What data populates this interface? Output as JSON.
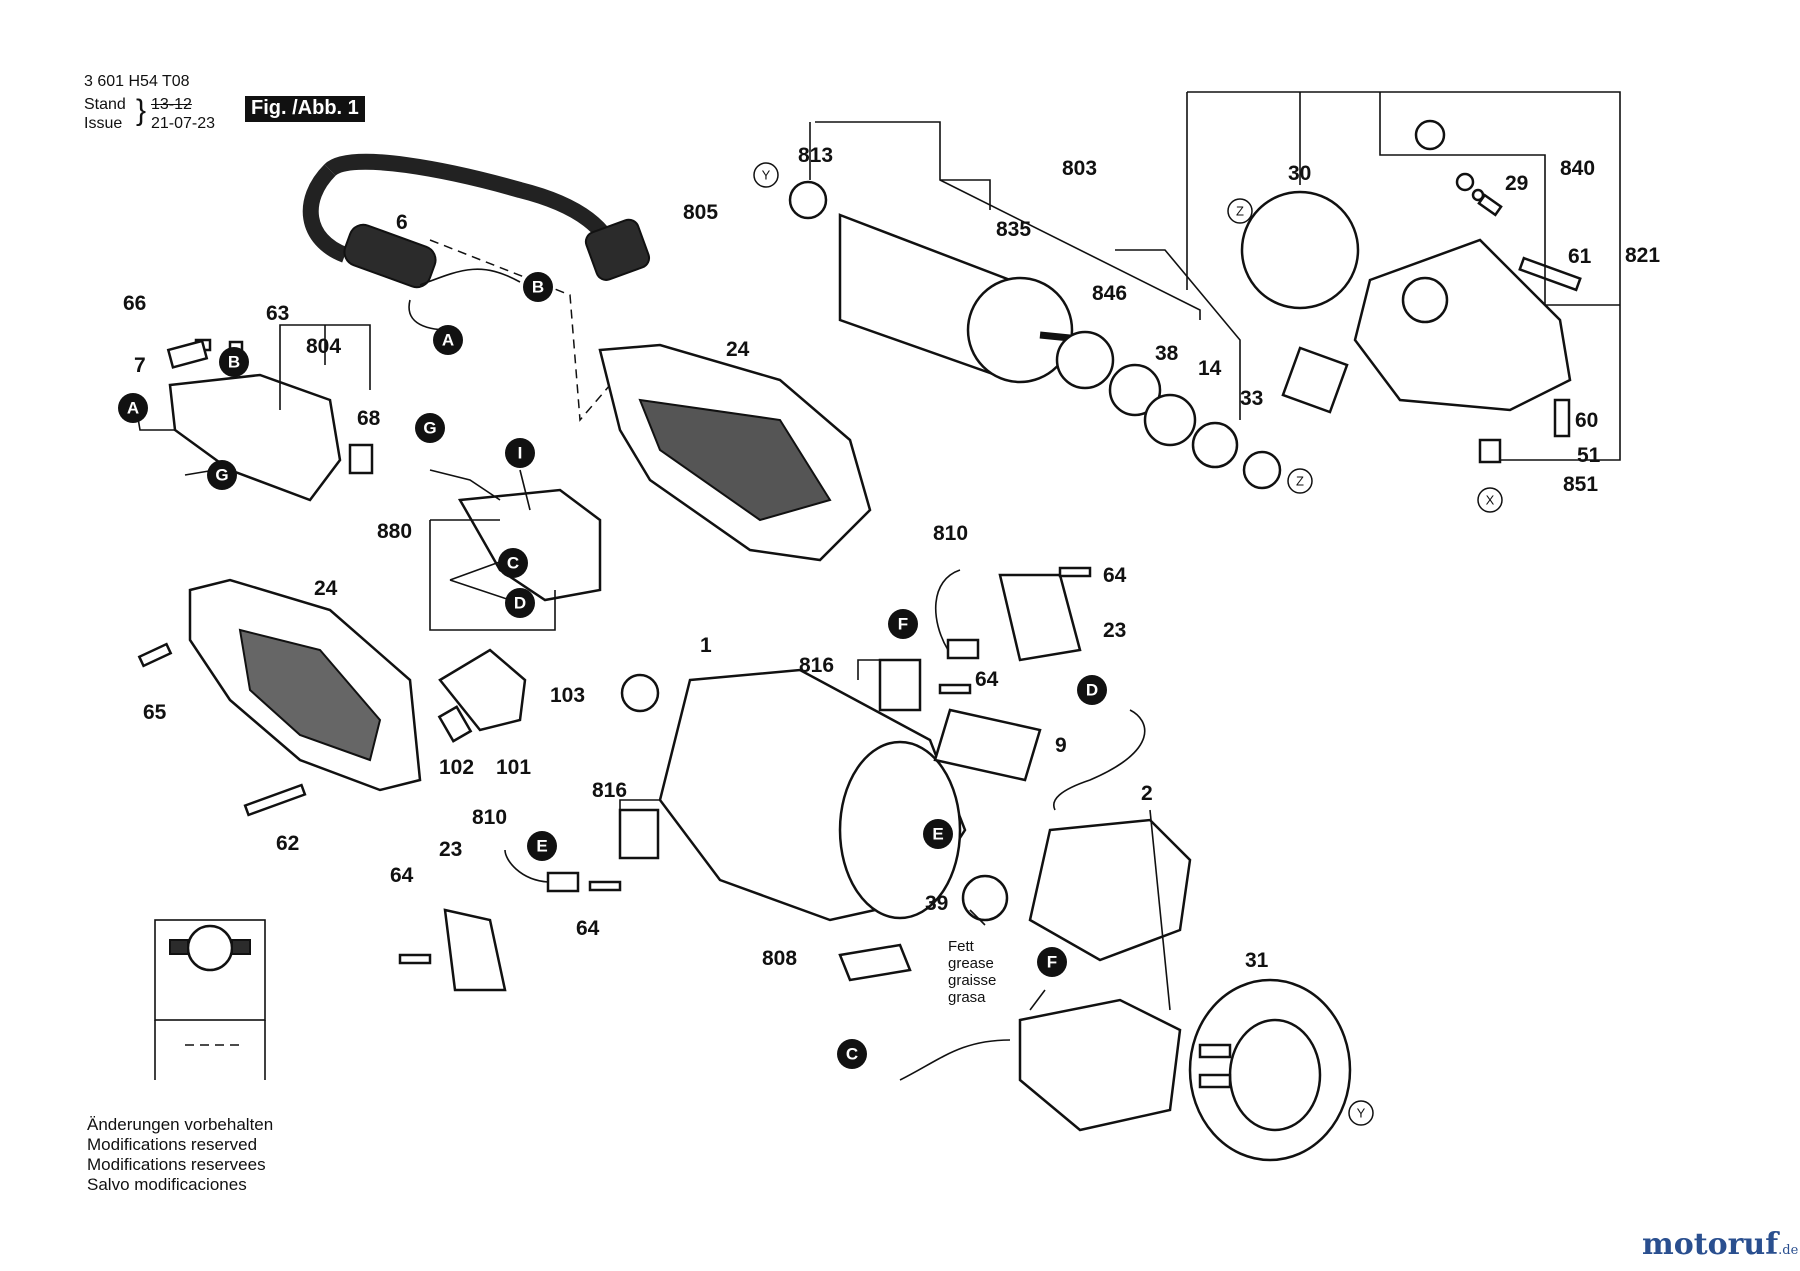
{
  "header": {
    "part_number": "3 601 H54 T08",
    "stand_label": "Stand",
    "stand_value": "13-12",
    "issue_label": "Issue",
    "issue_value": "21-07-23",
    "figure_label": "Fig. /Abb. 1"
  },
  "part_labels": [
    "805",
    "6",
    "66",
    "63",
    "804",
    "7",
    "68",
    "24",
    "880",
    "24",
    "65",
    "102",
    "101",
    "62",
    "103",
    "1",
    "816",
    "64",
    "810",
    "64",
    "23",
    "9",
    "813",
    "803",
    "835",
    "846",
    "38",
    "14",
    "33",
    "30",
    "29",
    "840",
    "61",
    "821",
    "60",
    "51",
    "851",
    "816",
    "810",
    "23",
    "64",
    "64",
    "2",
    "39",
    "808",
    "31"
  ],
  "connector_markers": [
    "A",
    "B",
    "B",
    "A",
    "G",
    "G",
    "I",
    "C",
    "D",
    "F",
    "D",
    "E",
    "E",
    "F",
    "C"
  ],
  "reference_markers": [
    "Y",
    "Z",
    "Z",
    "X",
    "Y"
  ],
  "grease_note": [
    "Fett",
    "grease",
    "graisse",
    "grasa"
  ],
  "notes": [
    "Änderungen vorbehalten",
    "Modifications reserved",
    "Modifications reservees",
    "Salvo modificaciones"
  ],
  "watermark": {
    "main": "motoruf",
    "tld": ".de",
    "color": "#2a4f8f"
  }
}
